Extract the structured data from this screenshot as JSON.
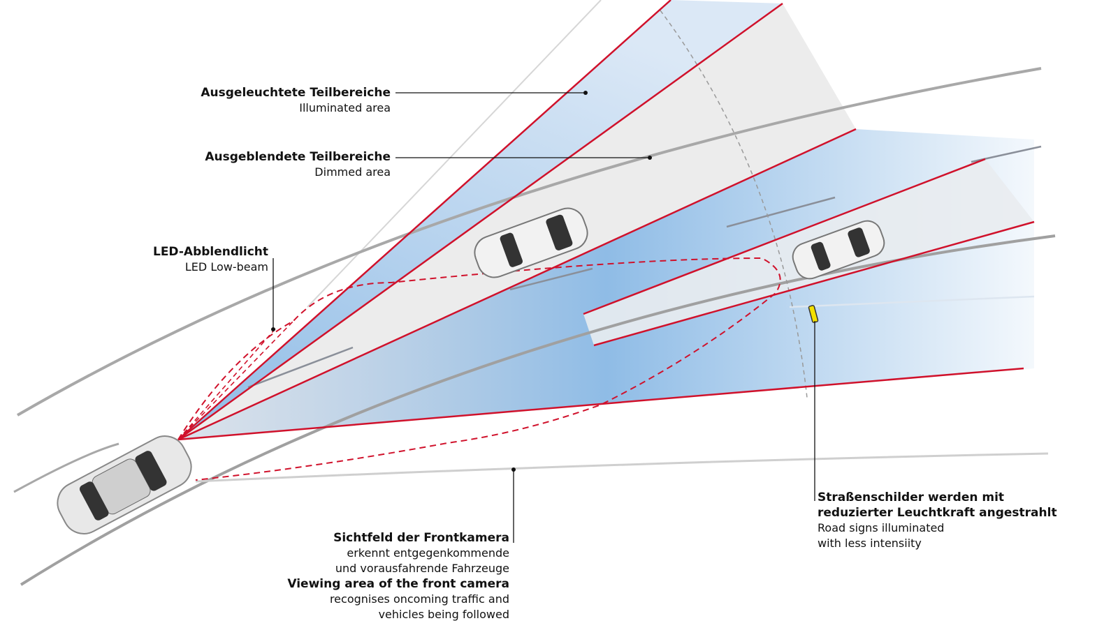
{
  "labels": {
    "illuminated": {
      "de": "Ausgeleuchtete Teilbereiche",
      "en": "Illuminated area"
    },
    "dimmed": {
      "de": "Ausgeblendete Teilbereiche",
      "en": "Dimmed area"
    },
    "lowbeam": {
      "de": "LED-Abblendlicht",
      "en": "LED Low-beam"
    },
    "camera": {
      "de": "Sichtfeld der Frontkamera",
      "de_desc1": "erkennt entgegenkommende",
      "de_desc2": "und vorausfahrende Fahrzeuge",
      "en": "Viewing area of the front camera",
      "en_desc1": "recognises oncoming traffic and",
      "en_desc2": "vehicles being followed"
    },
    "signs": {
      "de1": "Straßenschilder werden mit",
      "de2": "reduzierter Leuchtkraft angestrahlt",
      "en1": "Road signs illuminated",
      "en2": "with less intensiity"
    }
  },
  "colors": {
    "beam_red": "#d0112b",
    "illuminated_blue": "#8fbce6",
    "dimmed_grey": "#ececec",
    "road_grey": "#9a9a9a",
    "sign_yellow": "#f3e000"
  }
}
